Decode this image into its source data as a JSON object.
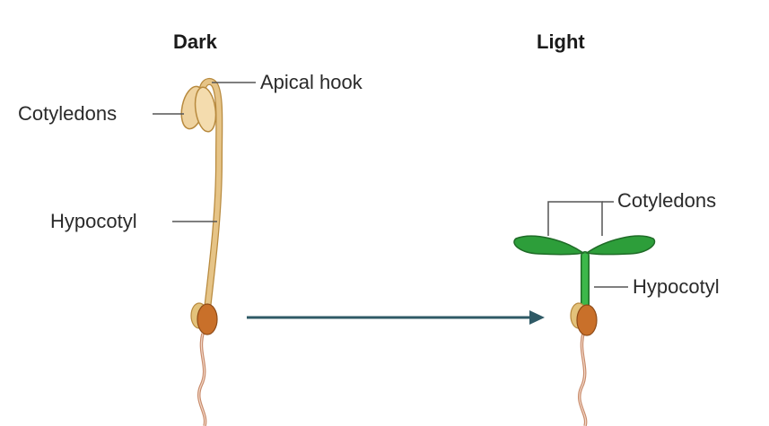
{
  "panels": {
    "dark": {
      "title": "Dark",
      "labels": {
        "apical_hook": "Apical hook",
        "cotyledons": "Cotyledons",
        "hypocotyl": "Hypocotyl"
      },
      "colors": {
        "stem": "#e6c487",
        "outline": "#b88a3e",
        "cotyledon": "#efd3a0"
      }
    },
    "light": {
      "title": "Light",
      "labels": {
        "cotyledons": "Cotyledons",
        "hypocotyl": "Hypocotyl"
      },
      "colors": {
        "stem": "#3cb84a",
        "leaf": "#2d9e3a",
        "outline": "#1f6b27"
      }
    }
  },
  "arrow": {
    "color": "#2f5a66"
  },
  "shared_colors": {
    "seed": "#c9702a",
    "seed_coat": "#e3c27a",
    "root": "#c88a6a",
    "leader_line": "#555555"
  }
}
